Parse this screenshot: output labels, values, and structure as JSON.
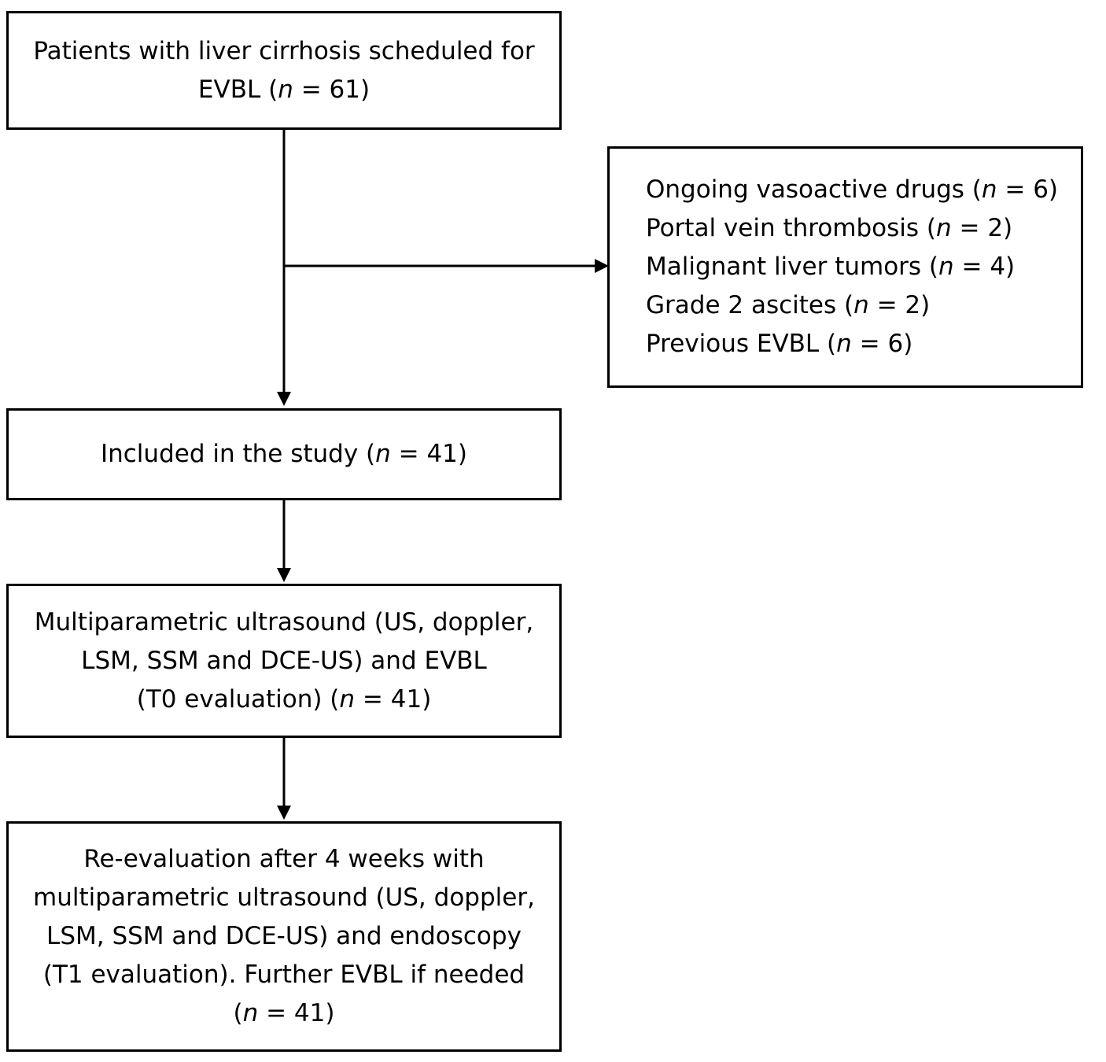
{
  "boxes": {
    "screened": {
      "lines": [
        {
          "text": "Patients with liver cirrhosis scheduled for"
        },
        {
          "pre": "EVBL (",
          "n": "n",
          "post": " = 61)"
        }
      ]
    },
    "excluded": {
      "lines": [
        {
          "pre": "Ongoing vasoactive drugs (",
          "n": "n",
          "post": " = 6)"
        },
        {
          "pre": "Portal vein thrombosis (",
          "n": "n",
          "post": " = 2)"
        },
        {
          "pre": "Malignant liver tumors (",
          "n": "n",
          "post": " = 4)"
        },
        {
          "pre": "Grade 2 ascites (",
          "n": "n",
          "post": " = 2)"
        },
        {
          "pre": "Previous EVBL (",
          "n": "n",
          "post": " = 6)"
        }
      ]
    },
    "included": {
      "lines": [
        {
          "pre": "Included in the study (",
          "n": "n",
          "post": " = 41)"
        }
      ]
    },
    "t0": {
      "lines": [
        {
          "text": "Multiparametric ultrasound (US, doppler,"
        },
        {
          "text": "LSM, SSM and DCE-US) and EVBL"
        },
        {
          "pre": "(T0 evaluation) (",
          "n": "n",
          "post": " = 41)"
        }
      ]
    },
    "t1": {
      "lines": [
        {
          "text": "Re-evaluation after 4 weeks with"
        },
        {
          "text": "multiparametric ultrasound (US, doppler,"
        },
        {
          "text": "LSM, SSM and DCE-US) and endoscopy"
        },
        {
          "text": "(T1 evaluation). Further EVBL if needed"
        },
        {
          "pre": "(",
          "n": "n",
          "post": " = 41)"
        }
      ]
    }
  }
}
